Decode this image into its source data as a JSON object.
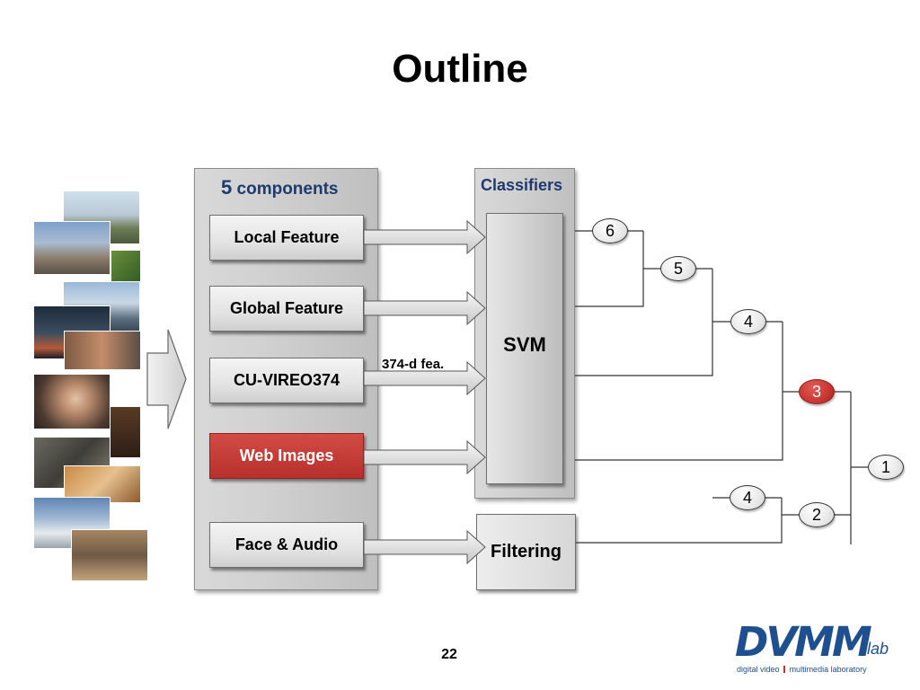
{
  "title": "Outline",
  "components_panel": {
    "heading_number": "5",
    "heading_text": "components",
    "items": [
      {
        "label": "Local Feature",
        "highlighted": false
      },
      {
        "label": "Global Feature",
        "highlighted": false
      },
      {
        "label": "CU-VIREO374",
        "highlighted": false
      },
      {
        "label": "Web Images",
        "highlighted": true
      },
      {
        "label": "Face & Audio",
        "highlighted": false
      }
    ]
  },
  "classifiers_panel": {
    "heading": "Classifiers",
    "svm_label": "SVM"
  },
  "filtering_label": "Filtering",
  "feature_label": "374-d fea.",
  "tree_nodes": [
    "6",
    "5",
    "4",
    "3",
    "1",
    "4",
    "2"
  ],
  "active_node": "3",
  "page_number": "22",
  "logo": {
    "main": "DVMM",
    "suffix": "lab",
    "tagline_left": "digital video",
    "tagline_right": "multimedia laboratory"
  },
  "colors": {
    "highlight_red": "#c4302b",
    "heading_blue": "#1f3a6e",
    "logo_blue": "#1e4f8f"
  }
}
